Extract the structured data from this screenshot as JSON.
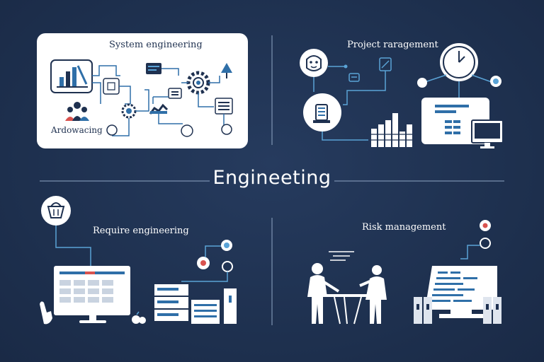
{
  "main_title": "Engineeting",
  "sections": {
    "system": {
      "title": "System engineering",
      "subtitle": "Ardowacing"
    },
    "project": {
      "title": "Project raragement"
    },
    "requirements": {
      "title": "Requirе engineering"
    },
    "risk": {
      "title": "Risk management"
    }
  },
  "icons": [
    "bar-chart-icon",
    "team-icon",
    "gear-icon",
    "document-icon",
    "upload-arrow-icon",
    "robot-head-icon",
    "clock-icon",
    "server-icon",
    "monitor-icon",
    "basket-icon",
    "touch-hand-icon",
    "people-at-table-icon",
    "dashboard-board-icon",
    "alert-badge-icon"
  ],
  "colors": {
    "background": "#1f3150",
    "accent_blue": "#2f6fa8",
    "light_blue": "#5aa3d6",
    "white": "#ffffff",
    "alert_red": "#d9534f"
  }
}
